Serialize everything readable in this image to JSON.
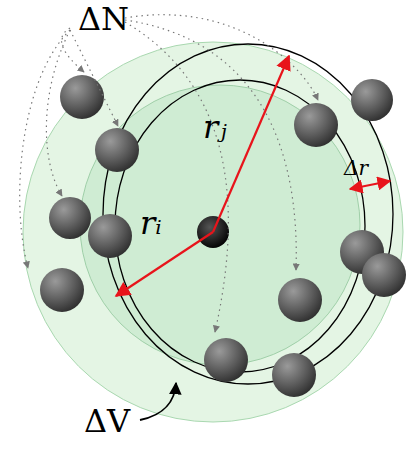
{
  "diagram": {
    "labels": [
      "ΔN",
      "rⱼ",
      "rᵢ",
      "Δr",
      "ΔV"
    ]
  }
}
